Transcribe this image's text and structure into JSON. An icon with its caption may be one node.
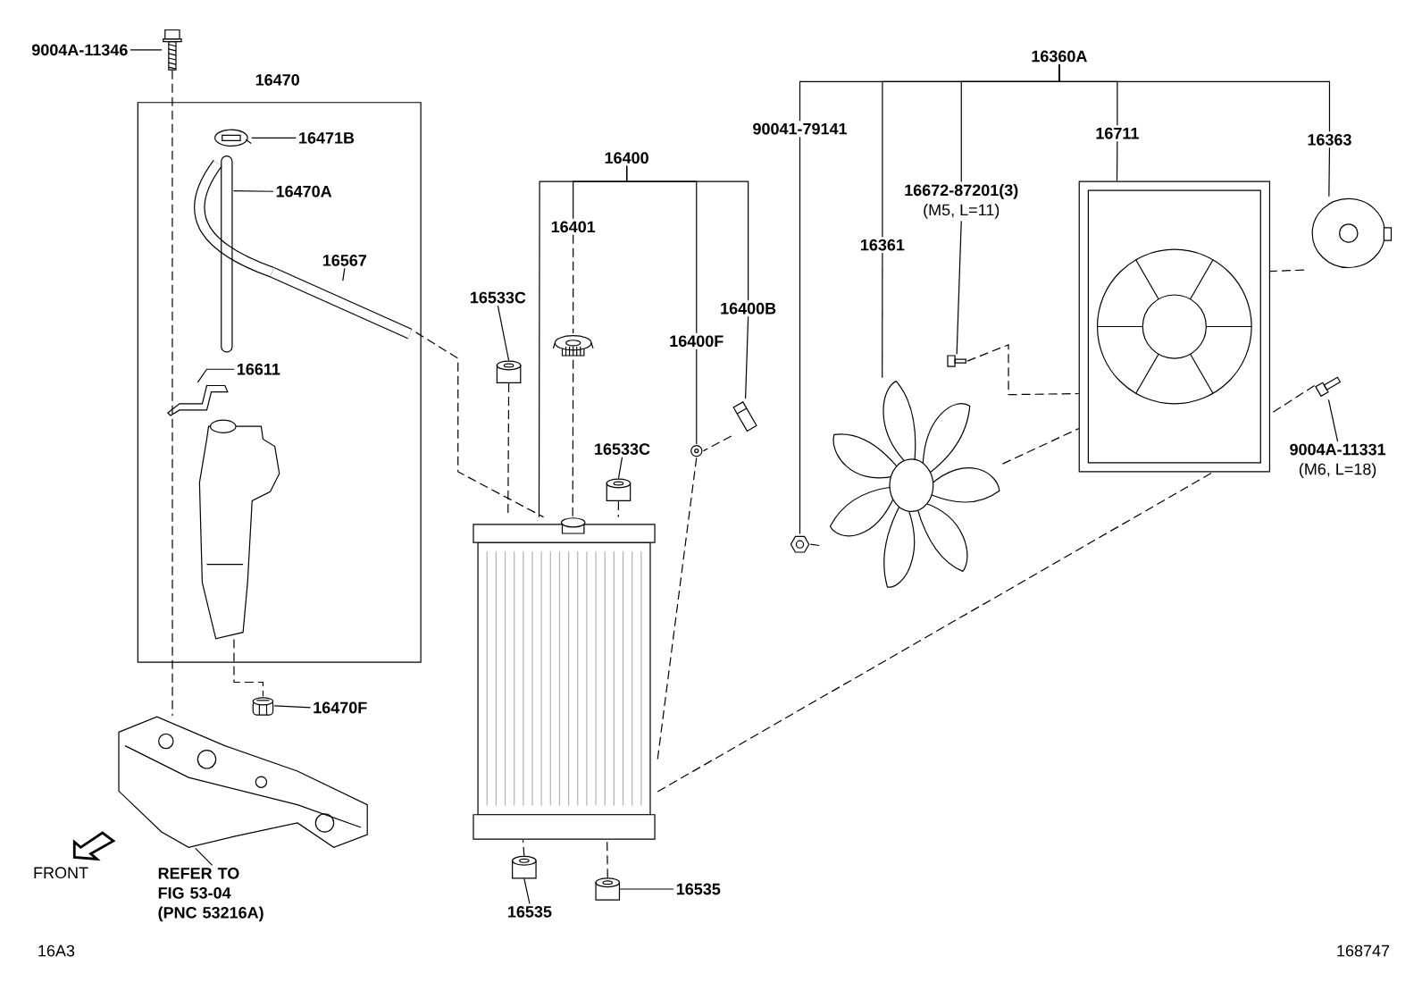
{
  "diagram": {
    "nodes": [
      {
        "text": [
          "9004A-11346"
        ]
      },
      {
        "text": [],
        "shape": "picture"
      },
      {
        "text": [
          "16470"
        ]
      },
      {
        "text": [
          "16471B"
        ],
        "in": 2
      },
      {
        "text": [],
        "shape": "picture",
        "in": 2
      },
      {
        "text": [
          "16470A"
        ],
        "in": 2
      },
      {
        "text": [],
        "shape": "picture",
        "in": 2
      },
      {
        "text": [
          "16567"
        ],
        "in": 2
      },
      {
        "text": [],
        "shape": "picture",
        "in": 2
      },
      {
        "text": [
          "16611"
        ],
        "in": 2
      },
      {
        "text": [],
        "shape": "picture",
        "in": 2
      },
      {
        "text": [],
        "shape": "picture",
        "in": 2
      },
      {
        "text": [
          "16470F"
        ]
      },
      {
        "text": [],
        "shape": "picture"
      },
      {
        "text": [
          "REFER TO FIG 53-04 (PNC 53216A)"
        ]
      },
      {
        "text": [],
        "shape": "picture"
      },
      {
        "text": [
          "16400"
        ]
      },
      {
        "text": [],
        "shape": "picture"
      },
      {
        "text": [
          "16401"
        ]
      },
      {
        "text": [
          "16400F"
        ]
      },
      {
        "text": [
          "16400B"
        ]
      },
      {
        "text": [],
        "shape": "picture"
      },
      {
        "text": [],
        "shape": "picture"
      },
      {
        "text": [],
        "shape": "picture"
      },
      {
        "text": [
          "16533C"
        ]
      },
      {
        "text": [],
        "shape": "cylinder"
      },
      {
        "text": [
          "16533C"
        ]
      },
      {
        "text": [],
        "shape": "cylinder"
      },
      {
        "text": [
          "16535"
        ]
      },
      {
        "text": [],
        "shape": "cylinder"
      },
      {
        "text": [
          "16535"
        ]
      },
      {
        "text": [],
        "shape": "cylinder"
      },
      {
        "text": [
          "16360A"
        ]
      },
      {
        "text": [
          "90041-79141"
        ]
      },
      {
        "text": [
          "16361"
        ]
      },
      {
        "text": [
          "16672-87201(3)",
          "(M5, L=11)"
        ]
      },
      {
        "text": [
          "16711"
        ]
      },
      {
        "text": [
          "16363"
        ]
      },
      {
        "text": [],
        "shape": "picture"
      },
      {
        "text": [],
        "shape": "picture"
      },
      {
        "text": [],
        "shape": "picture"
      },
      {
        "text": [],
        "shape": "picture"
      },
      {
        "text": [],
        "shape": "picture"
      },
      {
        "text": [
          "9004A-11331",
          "(M6, L=18)"
        ]
      },
      {
        "text": [],
        "shape": "picture"
      }
    ],
    "edges": [
      {
        "from": 0,
        "to": 1,
        "arrow": "none"
      },
      {
        "from": 1,
        "to": 15,
        "arrow": "none",
        "style": "dashed"
      },
      {
        "from": 3,
        "to": 4,
        "arrow": "none"
      },
      {
        "from": 5,
        "to": 6,
        "arrow": "none"
      },
      {
        "from": 7,
        "to": 8,
        "arrow": "none"
      },
      {
        "from": 9,
        "to": 10,
        "arrow": "none"
      },
      {
        "from": 11,
        "to": 13,
        "arrow": "none",
        "style": "dashed"
      },
      {
        "from": 12,
        "to": 13,
        "arrow": "none"
      },
      {
        "from": 14,
        "to": 15,
        "arrow": "none"
      },
      {
        "from": 16,
        "to": 17,
        "arrow": "none"
      },
      {
        "from": 16,
        "to": 18,
        "arrow": "none"
      },
      {
        "from": 16,
        "to": 19,
        "arrow": "none"
      },
      {
        "from": 16,
        "to": 20,
        "arrow": "none"
      },
      {
        "from": 18,
        "to": 21,
        "arrow": "none",
        "style": "dashed"
      },
      {
        "from": 21,
        "to": 17,
        "arrow": "none",
        "style": "dashed"
      },
      {
        "from": 19,
        "to": 22,
        "arrow": "none"
      },
      {
        "from": 20,
        "to": 23,
        "arrow": "none"
      },
      {
        "from": 23,
        "to": 22,
        "arrow": "none",
        "style": "dashed"
      },
      {
        "from": 22,
        "to": 17,
        "arrow": "none",
        "style": "dashed"
      },
      {
        "from": 24,
        "to": 25,
        "arrow": "none"
      },
      {
        "from": 25,
        "to": 17,
        "arrow": "none",
        "style": "dashed"
      },
      {
        "from": 26,
        "to": 27,
        "arrow": "none"
      },
      {
        "from": 27,
        "to": 17,
        "arrow": "none",
        "style": "dashed"
      },
      {
        "from": 28,
        "to": 29,
        "arrow": "none"
      },
      {
        "from": 29,
        "to": 17,
        "arrow": "none",
        "style": "dashed"
      },
      {
        "from": 30,
        "to": 31,
        "arrow": "none"
      },
      {
        "from": 31,
        "to": 17,
        "arrow": "none",
        "style": "dashed"
      },
      {
        "from": 8,
        "to": 17,
        "arrow": "none",
        "style": "dashed"
      },
      {
        "from": 32,
        "to": 33,
        "arrow": "none"
      },
      {
        "from": 32,
        "to": 34,
        "arrow": "none"
      },
      {
        "from": 32,
        "to": 35,
        "arrow": "none"
      },
      {
        "from": 32,
        "to": 36,
        "arrow": "none"
      },
      {
        "from": 32,
        "to": 37,
        "arrow": "none"
      },
      {
        "from": 33,
        "to": 38,
        "arrow": "none"
      },
      {
        "from": 34,
        "to": 39,
        "arrow": "none"
      },
      {
        "from": 35,
        "to": 40,
        "arrow": "none"
      },
      {
        "from": 36,
        "to": 41,
        "arrow": "none"
      },
      {
        "from": 37,
        "to": 42,
        "arrow": "none"
      },
      {
        "from": 43,
        "to": 44,
        "arrow": "none"
      },
      {
        "from": 40,
        "to": 41,
        "arrow": "none",
        "style": "dashed"
      },
      {
        "from": 42,
        "to": 41,
        "arrow": "none",
        "style": "dashed"
      },
      {
        "from": 44,
        "to": 41,
        "arrow": "none",
        "style": "dashed"
      },
      {
        "from": 38,
        "to": 39,
        "arrow": "none",
        "style": "dashed"
      },
      {
        "from": 17,
        "to": 41,
        "arrow": "none",
        "style": "dashed"
      },
      {
        "from": 39,
        "to": 41,
        "arrow": "none",
        "style": "dashed"
      }
    ],
    "labels": [
      "FRONT",
      "16A3",
      "168747"
    ]
  }
}
